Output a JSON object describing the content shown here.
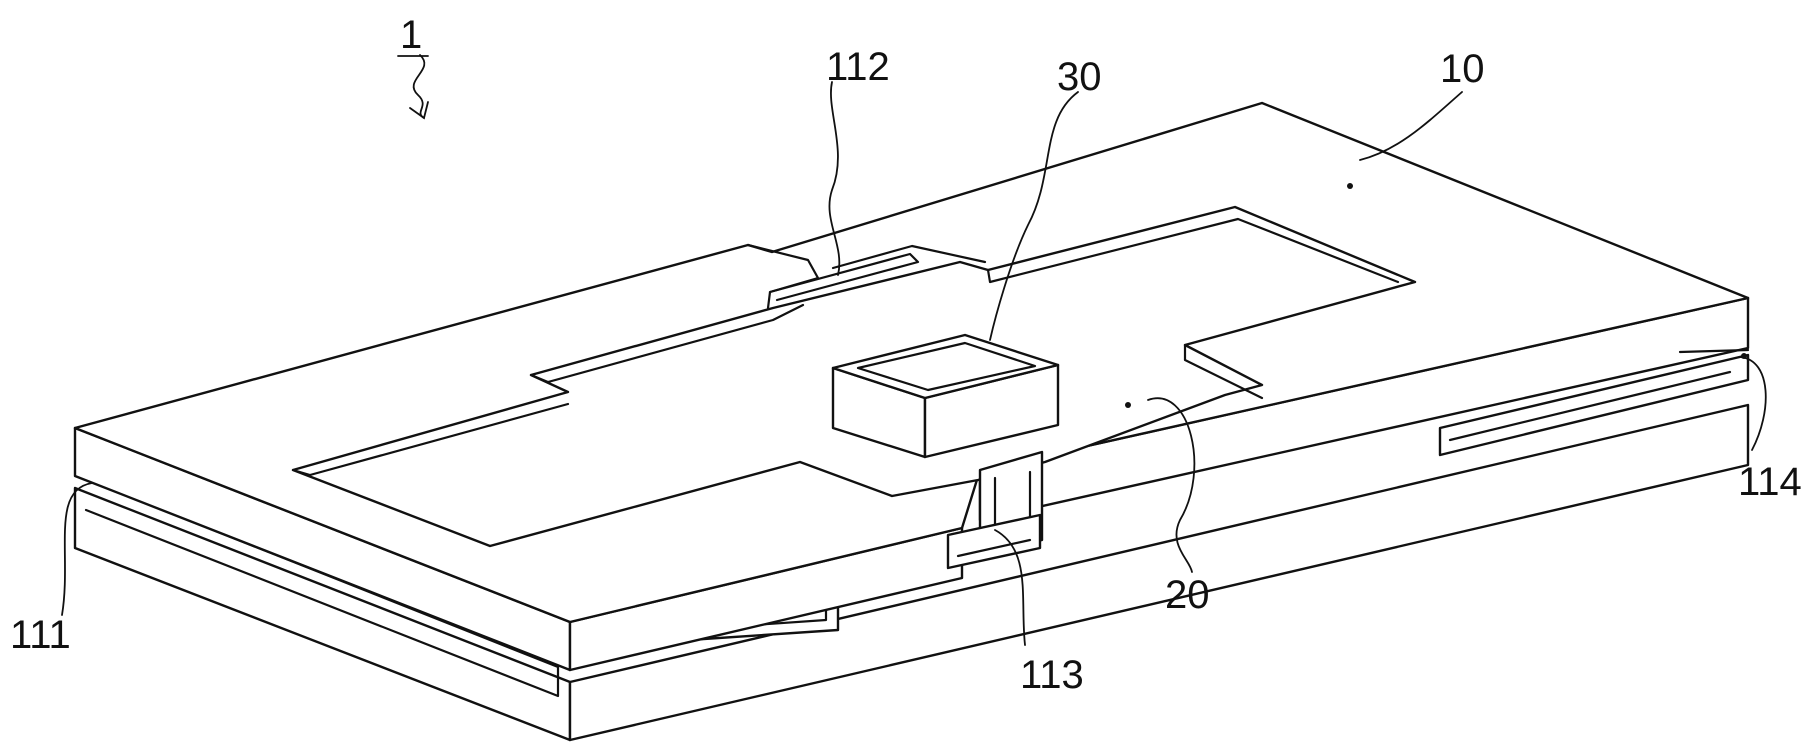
{
  "figure": {
    "labels": {
      "device": "1",
      "first_substrate": "10",
      "second_substrate": "20",
      "chip": "30",
      "port_111": "111",
      "port_112": "112",
      "port_113": "113",
      "port_114": "114"
    }
  }
}
